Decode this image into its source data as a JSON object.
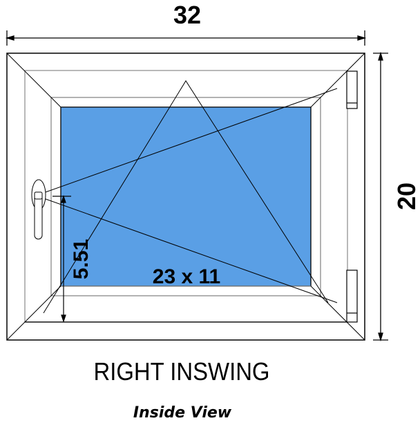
{
  "dimensions": {
    "width": "32",
    "height": "20",
    "handle_height": "5.51",
    "glass_size": "23 x 11"
  },
  "labels": {
    "swing_type": "RIGHT INSWING",
    "view": "Inside View"
  },
  "colors": {
    "glass": "#5a9fe5",
    "frame_line": "#000000",
    "sash_line": "#a0a0a0"
  }
}
